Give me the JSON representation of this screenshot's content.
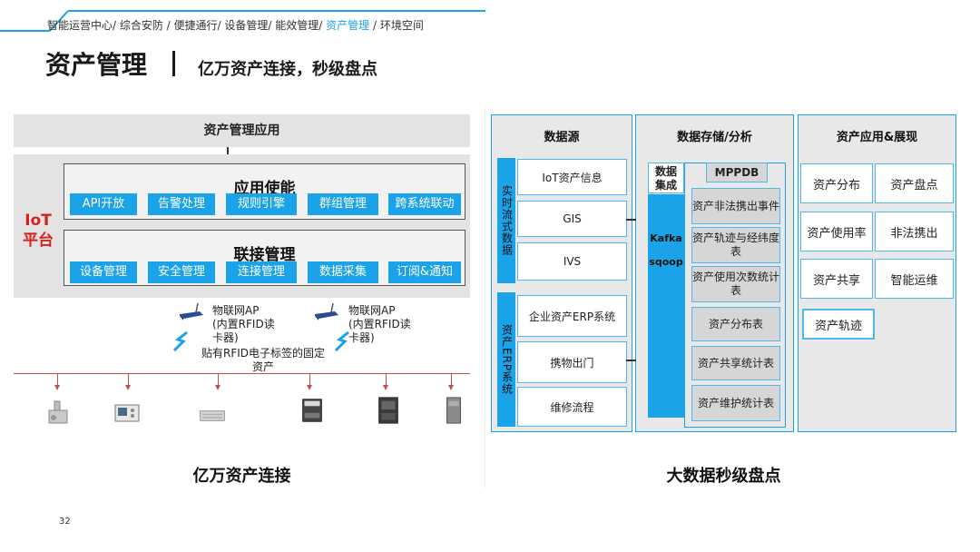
{
  "nav": {
    "items": [
      "智能运营中心/",
      " 综合安防 /",
      " 便捷通行/",
      " 设备管理/",
      " 能效管理/",
      " 资产管理",
      " / 环境空间"
    ],
    "active_index": 5
  },
  "header": {
    "title": "资产管理",
    "subtitle": "亿万资产连接，秒级盘点"
  },
  "left": {
    "app_layer": "资产管理应用",
    "iot_label": "IoT\n平台",
    "app_enable": {
      "title": "应用使能",
      "chips": [
        "API开放",
        "告警处理",
        "规则引擎",
        "群组管理",
        "跨系统联动"
      ]
    },
    "connect_mgmt": {
      "title": "联接管理",
      "chips": [
        "设备管理",
        "安全管理",
        "连接管理",
        "数据采集",
        "订阅&通知"
      ]
    },
    "ap1": [
      "物联网AP",
      "(内置RFID读",
      "卡器)"
    ],
    "ap2": [
      "物联网AP",
      "(内置RFID读",
      "卡器)"
    ],
    "asset_note": [
      "贴有RFID电子标签的固定",
      "资产"
    ],
    "caption": "亿万资产连接"
  },
  "right": {
    "col1": {
      "title": "数据源",
      "group1_label": "实时流式数据",
      "group1_items": [
        "IoT资产信息",
        "GIS",
        "IVS"
      ],
      "group2_label": "资产ERP系统",
      "group2_items": [
        "企业资产ERP系统",
        "携物出门",
        "维修流程"
      ]
    },
    "col2": {
      "title": "数据存储/分析",
      "integration": "数据集成",
      "kafka": "Kafka",
      "sqoop": "sqoop",
      "mppdb": "MPPDB",
      "tables": [
        "资产非法携出事件",
        "资产轨迹与经纬度表",
        "资产使用次数统计表",
        "资产分布表",
        "资产共享统计表",
        "资产维护统计表"
      ]
    },
    "col3": {
      "title": "资产应用&展现",
      "items": [
        "资产分布",
        "资产盘点",
        "资产使用率",
        "非法携出",
        "资产共享",
        "智能运维",
        "资产轨迹"
      ]
    },
    "caption": "大数据秒级盘点"
  },
  "page_number": "32",
  "colors": {
    "accent": "#1aa3e8",
    "iot_red": "#d62020",
    "panel_gray": "#e3e3e3"
  }
}
